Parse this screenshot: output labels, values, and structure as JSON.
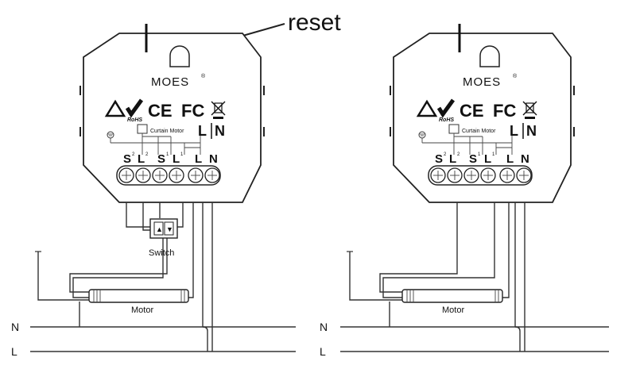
{
  "callout": {
    "reset_label": "reset"
  },
  "device": {
    "brand": "MOES",
    "brand_mark": "®",
    "cert_ce": "CE",
    "cert_fc": "FC",
    "rohs": "RoHS",
    "curtain_motor_label": "Curtain Motor",
    "top_L": "L",
    "top_N": "N",
    "terminals": [
      "S",
      "L",
      "S",
      "L",
      "L",
      "N"
    ],
    "terminal_marks": [
      "2",
      "2",
      "1",
      "1",
      "",
      ""
    ]
  },
  "left_diagram": {
    "switch_label": "Switch",
    "motor_label": "Motor",
    "rail_N": "N",
    "rail_L": "L"
  },
  "right_diagram": {
    "motor_label": "Motor",
    "rail_N": "N",
    "rail_L": "L"
  },
  "colors": {
    "line": "#222222",
    "background": "#ffffff"
  }
}
